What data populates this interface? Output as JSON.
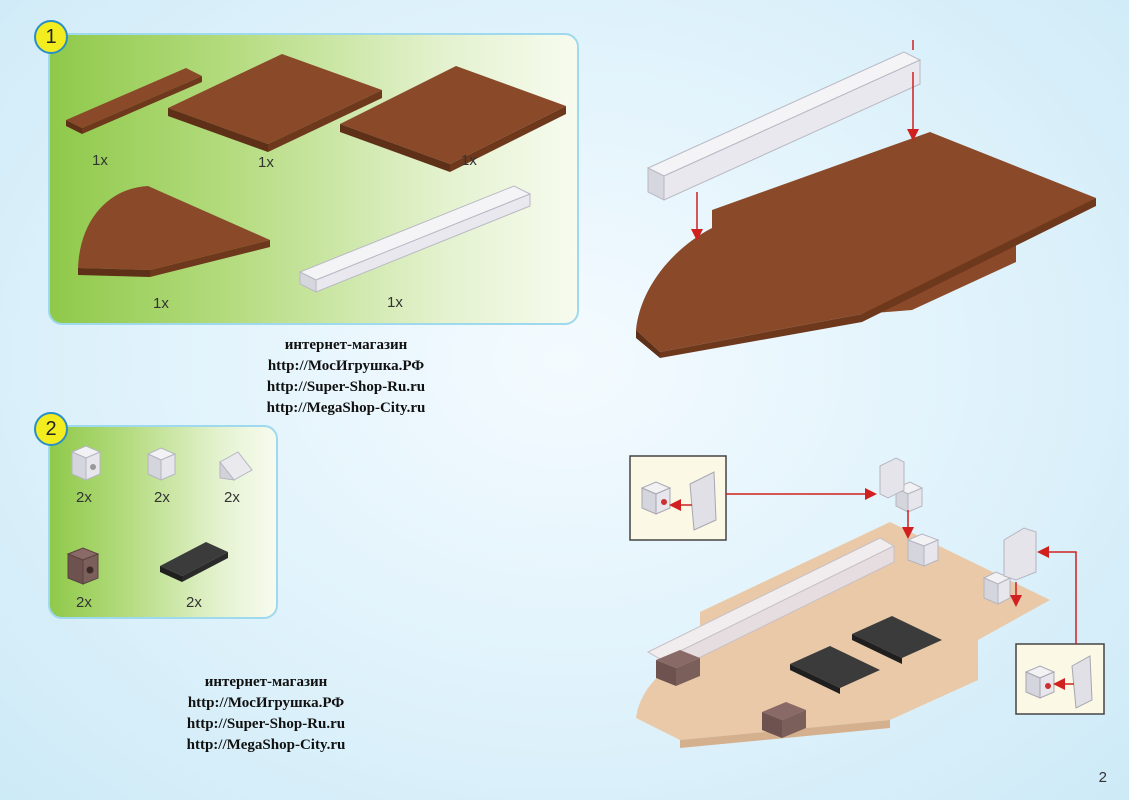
{
  "steps": [
    {
      "number": "1",
      "parts": [
        {
          "name": "brown-plate-1x8",
          "qty": "1x"
        },
        {
          "name": "brown-plate-6x10",
          "qty": "1x"
        },
        {
          "name": "brown-plate-6x10",
          "qty": "1x"
        },
        {
          "name": "brown-wedge-plate",
          "qty": "1x"
        },
        {
          "name": "white-technic-brick-1x16",
          "qty": "1x"
        }
      ]
    },
    {
      "number": "2",
      "parts": [
        {
          "name": "white-technic-brick-1x1",
          "qty": "2x"
        },
        {
          "name": "white-brick-1x1",
          "qty": "2x"
        },
        {
          "name": "white-slope",
          "qty": "2x"
        },
        {
          "name": "dark-brown-technic-brick-1x1",
          "qty": "2x"
        },
        {
          "name": "black-plate-2x4",
          "qty": "2x"
        }
      ]
    }
  ],
  "shop_text_1": {
    "line1": "интернет-магазин",
    "line2": "http://МосИгрушка.РФ",
    "line3": "http://Super-Shop-Ru.ru",
    "line4": "http://MegaShop-City.ru"
  },
  "shop_text_2": {
    "line1": "интернет-магазин",
    "line2": "http://МосИгрушка.РФ",
    "line3": "http://Super-Shop-Ru.ru",
    "line4": "http://MegaShop-City.ru"
  },
  "page_number": "2",
  "colors": {
    "brown": "#8a4a2a",
    "light_tan": "#e9c9a8",
    "white_brick": "#f2f2f5",
    "black": "#2c2c2c",
    "arrow": "#d02020",
    "badge_yellow": "#f3ec1e"
  }
}
